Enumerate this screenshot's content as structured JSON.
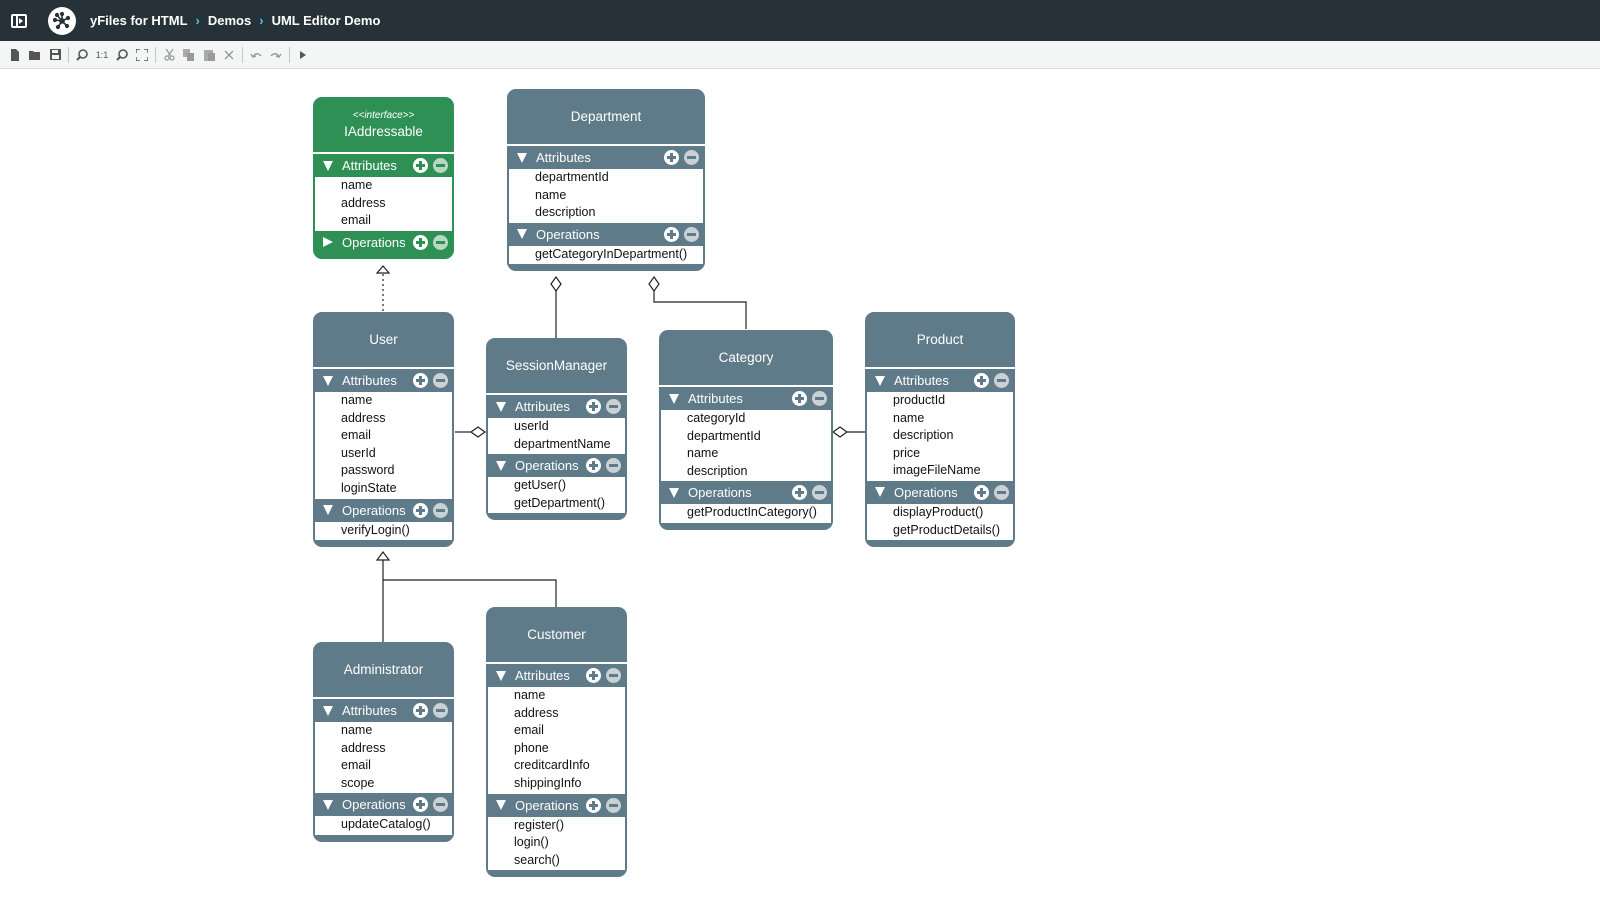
{
  "header": {
    "app_title": "yFiles for HTML",
    "breadcrumbs": [
      "Demos",
      "UML Editor Demo"
    ]
  },
  "toolbar": {
    "buttons": [
      "new-document",
      "open",
      "save",
      "zoom-in",
      "zoom-original",
      "zoom-out",
      "fit-content",
      "cut",
      "copy",
      "paste",
      "delete",
      "undo",
      "redo",
      "run-layout"
    ],
    "zoom_original_label": "1:1"
  },
  "diagram": {
    "section_labels": {
      "attributes": "Attributes",
      "operations": "Operations"
    },
    "classes": {
      "iaddressable": {
        "stereotype": "<<interface>>",
        "name": "IAddressable",
        "attributes": [
          "name",
          "address",
          "email"
        ],
        "operations": []
      },
      "department": {
        "name": "Department",
        "attributes": [
          "departmentId",
          "name",
          "description"
        ],
        "operations": [
          "getCategoryInDepartment()"
        ]
      },
      "user": {
        "name": "User",
        "attributes": [
          "name",
          "address",
          "email",
          "userId",
          "password",
          "loginState"
        ],
        "operations": [
          "verifyLogin()"
        ]
      },
      "sessionmanager": {
        "name": "SessionManager",
        "attributes": [
          "userId",
          "departmentName"
        ],
        "operations": [
          "getUser()",
          "getDepartment()"
        ]
      },
      "category": {
        "name": "Category",
        "attributes": [
          "categoryId",
          "departmentId",
          "name",
          "description"
        ],
        "operations": [
          "getProductInCategory()"
        ]
      },
      "product": {
        "name": "Product",
        "attributes": [
          "productId",
          "name",
          "description",
          "price",
          "imageFileName"
        ],
        "operations": [
          "displayProduct()",
          "getProductDetails()"
        ]
      },
      "administrator": {
        "name": "Administrator",
        "attributes": [
          "name",
          "address",
          "email",
          "scope"
        ],
        "operations": [
          "updateCatalog()"
        ]
      },
      "customer": {
        "name": "Customer",
        "attributes": [
          "name",
          "address",
          "email",
          "phone",
          "creditcardInfo",
          "shippingInfo"
        ],
        "operations": [
          "register()",
          "login()",
          "search()"
        ]
      }
    }
  },
  "colors": {
    "header_bg": "#263238",
    "class_fill": "#5f7a88",
    "interface_fill": "#2f9055",
    "breadcrumb_sep": "#4fc3f7"
  }
}
